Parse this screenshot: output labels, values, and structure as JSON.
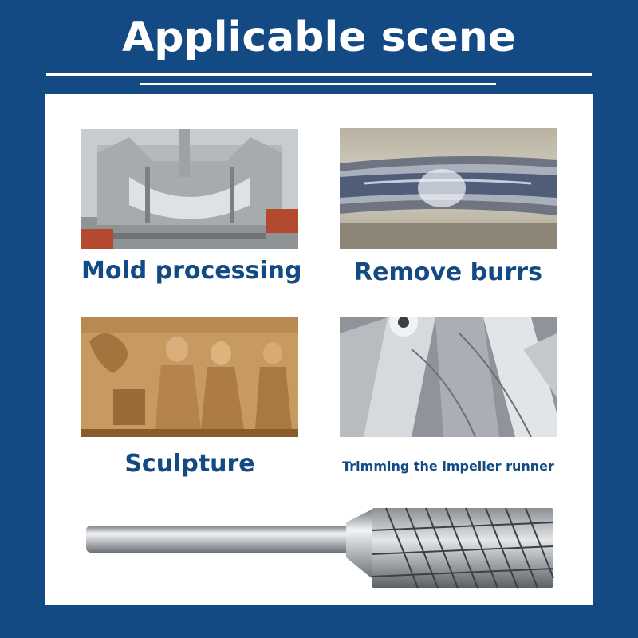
{
  "title": "Applicable scene",
  "scenes": [
    {
      "label": "Mold processing",
      "image": "mold-photo"
    },
    {
      "label": "Remove burrs",
      "image": "weld-seam-photo"
    },
    {
      "label": "Sculpture",
      "image": "wood-carving-photo"
    },
    {
      "label": "Trimming the impeller runner",
      "image": "impeller-photo"
    }
  ],
  "product": {
    "image": "carbide-burr-photo"
  },
  "colors": {
    "background": "#134a83",
    "panel": "#ffffff",
    "label": "#134a83"
  }
}
